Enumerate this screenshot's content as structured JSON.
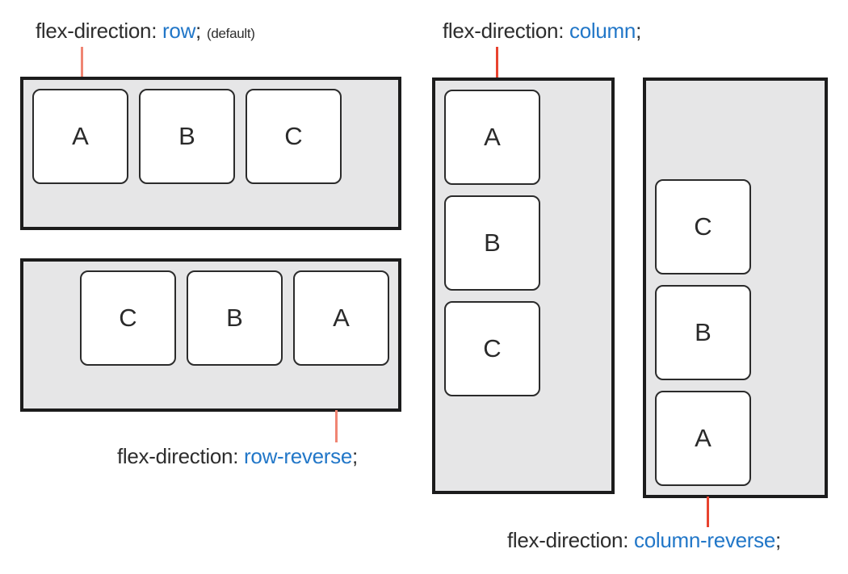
{
  "colors": {
    "label_text": "#2d2d2d",
    "keyword_blue": "#2277c8",
    "container_fill": "#e6e6e7",
    "container_border": "#1c1c1c",
    "box_fill": "#ffffff",
    "box_border": "#2b2b2b",
    "connector_salmon": "#f08573",
    "connector_red": "#e8432f"
  },
  "diagrams": [
    {
      "id": "row",
      "label": {
        "prefix": "flex-direction: ",
        "value": "row",
        "suffix": ";",
        "note": "(default)"
      },
      "connector_color": "#f08573",
      "items": [
        "A",
        "B",
        "C"
      ]
    },
    {
      "id": "row-reverse",
      "label": {
        "prefix": "flex-direction: ",
        "value": "row-reverse",
        "suffix": ";"
      },
      "connector_color": "#f08573",
      "items": [
        "A",
        "B",
        "C"
      ]
    },
    {
      "id": "column",
      "label": {
        "prefix": "flex-direction: ",
        "value": "column",
        "suffix": ";"
      },
      "connector_color": "#e8432f",
      "items": [
        "A",
        "B",
        "C"
      ]
    },
    {
      "id": "column-reverse",
      "label": {
        "prefix": "flex-direction: ",
        "value": "column-reverse",
        "suffix": ";"
      },
      "connector_color": "#e8432f",
      "items": [
        "A",
        "B",
        "C"
      ]
    }
  ]
}
